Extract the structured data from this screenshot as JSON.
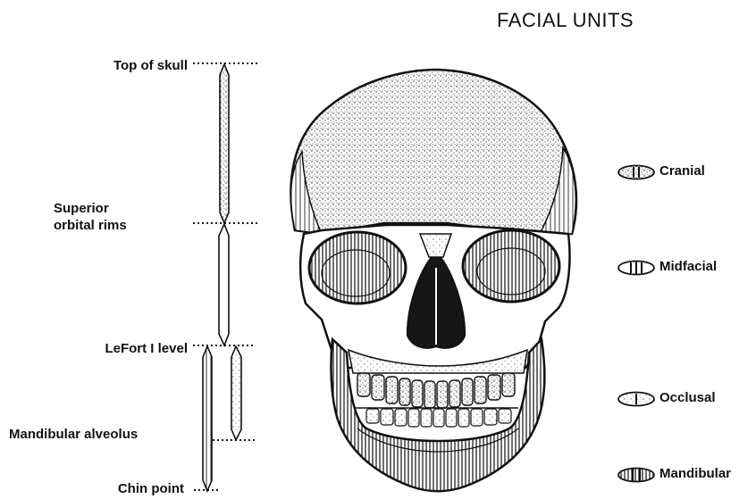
{
  "title": "FACIAL UNITS",
  "levels": [
    {
      "label": "Top of skull"
    },
    {
      "label": "Superior\norbital rims"
    },
    {
      "label": "LeFort I level"
    },
    {
      "label": "Mandibular alveolus"
    },
    {
      "label": "Chin point"
    }
  ],
  "legend": [
    {
      "label": "Cranial",
      "pattern": "stipple"
    },
    {
      "label": "Midfacial",
      "pattern": "vertical-lines-open"
    },
    {
      "label": "Occlusal",
      "pattern": "stipple-dotted"
    },
    {
      "label": "Mandibular",
      "pattern": "vertical-lines-dense"
    }
  ]
}
